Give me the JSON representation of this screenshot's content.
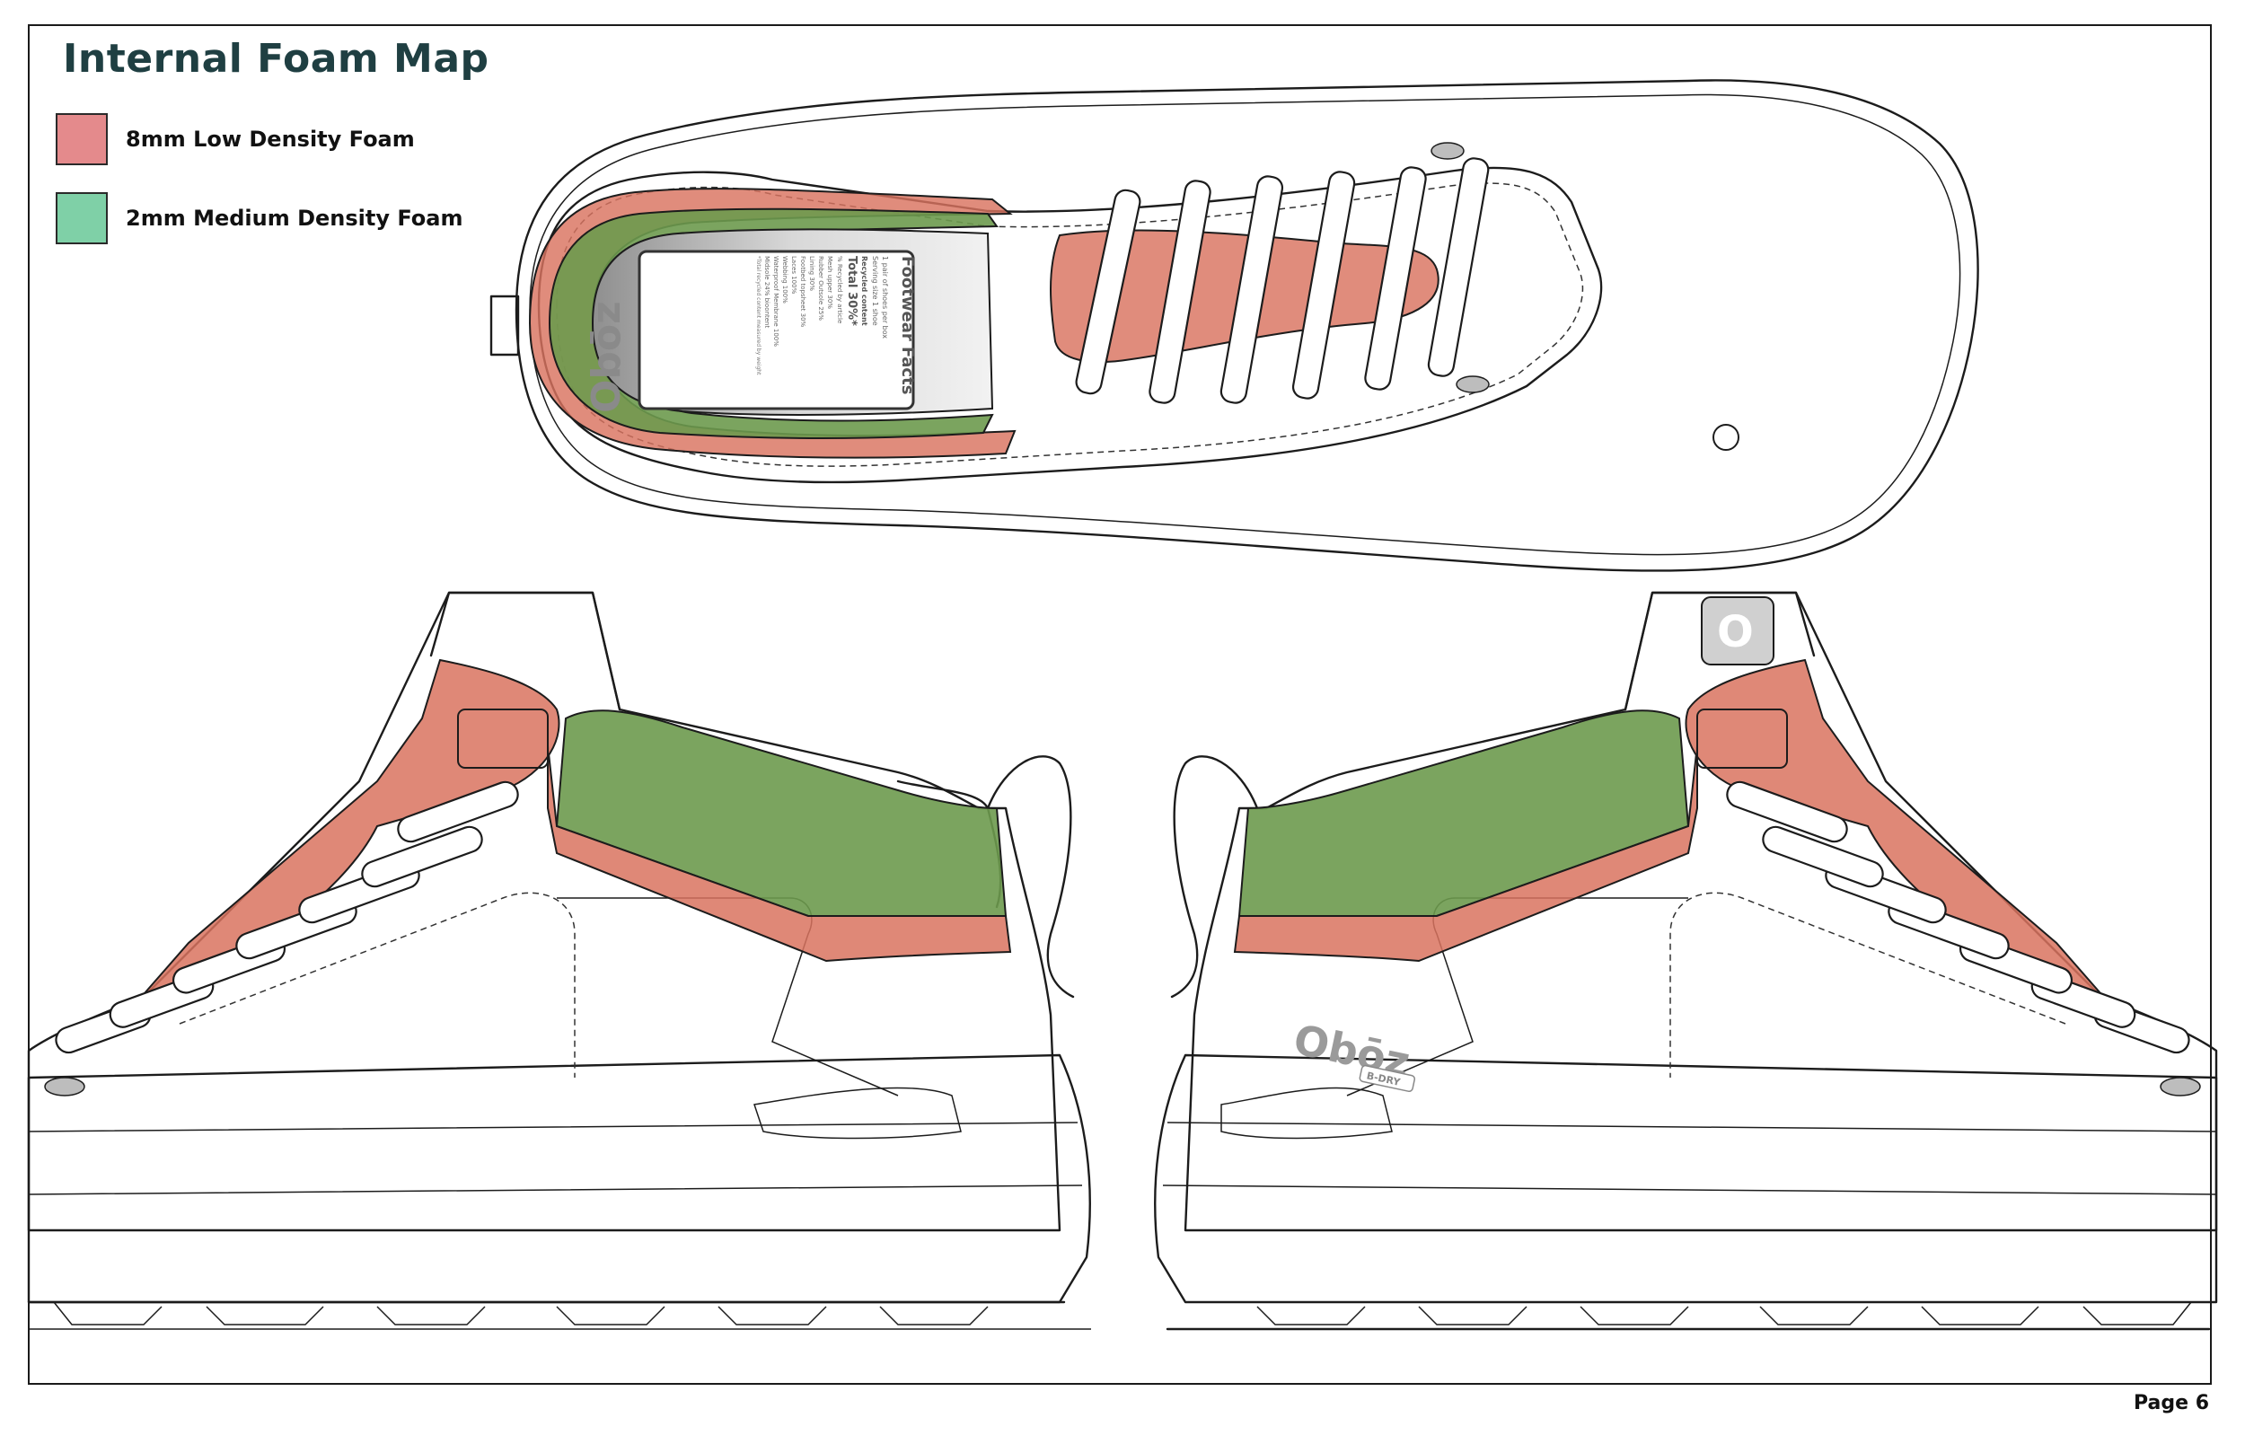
{
  "title": "Internal Foam Map",
  "legend": [
    {
      "label": "8mm Low Density Foam",
      "color": "#e48a8c"
    },
    {
      "label": "2mm Medium Density Foam",
      "color": "#7fd0a7"
    }
  ],
  "overlay_colors": {
    "low_density": "#d9735f",
    "medium_density": "#6d9a4e"
  },
  "footwear_facts": {
    "heading": "Footwear Facts",
    "rows": [
      "1 pair of shoes per box",
      "Serving size 1 shoe",
      "Recycled content",
      "Total 30%*",
      "% Recycled by article",
      "Mesh upper 30%",
      "Rubber Outsole 25%",
      "Lining 30%",
      "Footbed topsheet 30%",
      "Laces 100%",
      "Webbing 100%",
      "Waterproof Membrane 100%",
      "Midsole 24% bioontent",
      "*Total recycled content measured by weight"
    ],
    "logo": "Obōz"
  },
  "brand": {
    "logo": "Obōz",
    "sub_badge": "B-DRY",
    "tongue_tab": "O"
  },
  "page_number": "Page 6"
}
